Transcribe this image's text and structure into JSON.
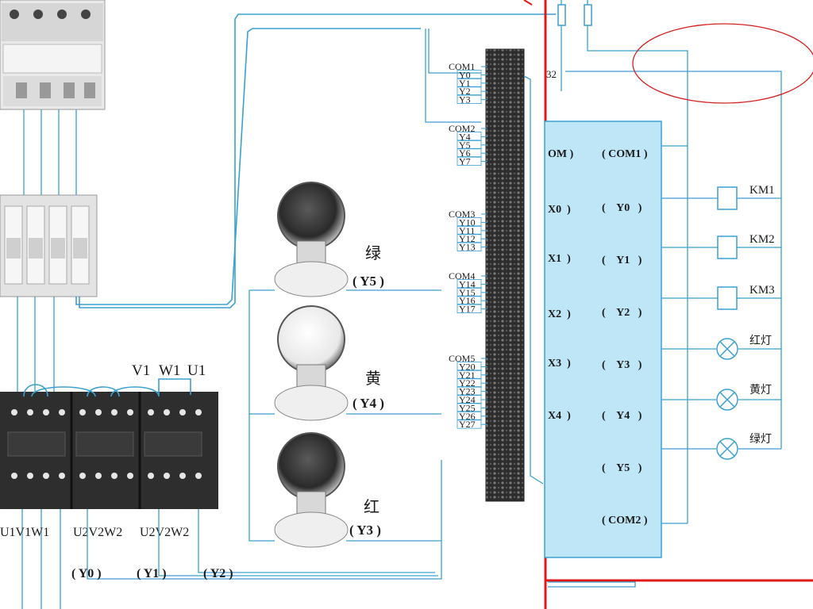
{
  "left": {
    "phase_top_labels": [
      "V1",
      "W1",
      "U1"
    ],
    "motor_labels_1": "U1V1W1",
    "motor_labels_2": "U2V2W2",
    "motor_labels_3": "U2V2W2",
    "contactor_labels": [
      "( Y0 )",
      "( Y1 )",
      "( Y2 )"
    ],
    "lamps": [
      {
        "name": "绿",
        "addr": "( Y5 )",
        "lit": "dark"
      },
      {
        "name": "黄",
        "addr": "( Y4 )",
        "lit": "clear"
      },
      {
        "name": "红",
        "addr": "( Y3 )",
        "lit": "dark"
      }
    ],
    "terminal_groups": [
      [
        "COM1",
        "Y0",
        "Y1",
        "Y2",
        "Y3"
      ],
      [
        "COM2",
        "Y4",
        "Y5",
        "Y6",
        "Y7"
      ],
      [
        "COM3",
        "Y10",
        "Y11",
        "Y12",
        "Y13"
      ],
      [
        "COM4",
        "Y14",
        "Y15",
        "Y16",
        "Y17"
      ],
      [
        "COM5",
        "Y20",
        "Y21",
        "Y22",
        "Y23",
        "Y24",
        "Y25",
        "Y26",
        "Y27"
      ]
    ]
  },
  "right": {
    "label_32": "32",
    "plc_left": [
      "OM )",
      "X0  )",
      "X1  )",
      "X2  )",
      "X3  )",
      "X4  )"
    ],
    "plc_right": [
      "( COM1 )",
      "(    Y0   )",
      "(    Y1   )",
      "(    Y2   )",
      "(    Y3   )",
      "(    Y4   )",
      "(    Y5   )",
      "( COM2 )"
    ],
    "loads": [
      "KM1",
      "KM2",
      "KM3",
      "红灯",
      "黄灯",
      "绿灯"
    ]
  },
  "colors": {
    "wire": "#3aa0d0",
    "plc_fill": "#bfe6f7",
    "frame_red": "#e01818",
    "ellipse_red": "#d42020"
  }
}
